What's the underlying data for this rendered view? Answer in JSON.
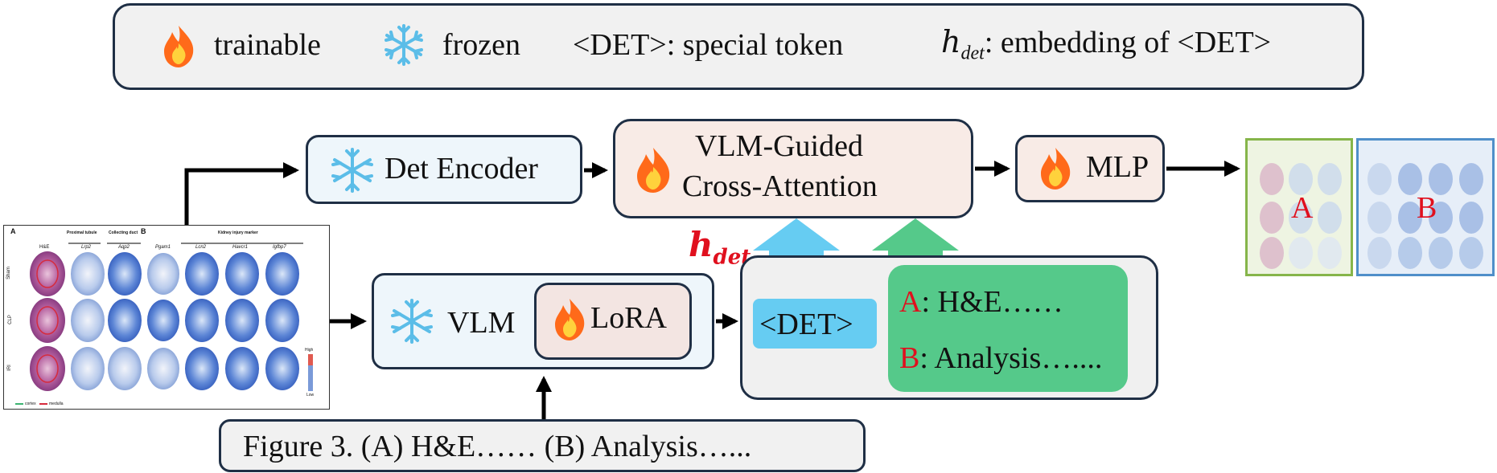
{
  "legend": {
    "trainable": "trainable",
    "frozen": "frozen",
    "det_token": "<DET>: special token",
    "h_base": "h",
    "h_sub": "det",
    "h_desc": ": embedding of <DET>"
  },
  "modules": {
    "det_encoder": "Det Encoder",
    "cross_attn_line1": "VLM-Guided",
    "cross_attn_line2": "Cross-Attention",
    "mlp": "MLP",
    "vlm": "VLM",
    "lora": "LoRA",
    "det_token": "<DET>"
  },
  "hdet": {
    "base": "h",
    "sub": "det"
  },
  "text_segments": {
    "a_letter": "A",
    "a_text": ": H&E……",
    "b_letter": "B",
    "b_text": ": Analysis…...."
  },
  "caption": "Figure 3. (A) H&E…… (B) Analysis…...",
  "input_figure": {
    "panel_a": "A",
    "panel_b": "B",
    "col_he": "H&E",
    "col_lrp2": "Lrp2",
    "col_aqp2": "Aqp2",
    "col_fgram1": "Pgam1",
    "col_lcn2": "Lcn2",
    "col_havcr1": "Havcr1",
    "col_igfbp7": "Igfbp7",
    "grp_proximal": "Proximal tubule",
    "grp_collecting": "Collecting duct",
    "grp_kidney": "Kidney injury marker",
    "row_sham": "Sham",
    "row_clp": "CLP",
    "row_iri": "IRI",
    "legend_cortex": "cortex",
    "legend_medulla": "medulla",
    "scale_high": "High",
    "scale_low": "Low"
  },
  "output_figure": {
    "label_a": "A",
    "label_b": "B"
  },
  "colors": {
    "border": "#1f2f45",
    "legend_bg": "#f1f1f1",
    "det_encoder_bg": "#eef6fb",
    "cross_bg": "#f8ebe6",
    "lora_bg": "#f3e5e2",
    "vlm_bg": "#eef6fb",
    "text_group_bg": "#f0f0f0",
    "det_blue": "#66ccf2",
    "green": "#55c98a",
    "red": "#e0101e",
    "output_a_border": "#86b54a",
    "output_b_border": "#4f8fc9"
  }
}
